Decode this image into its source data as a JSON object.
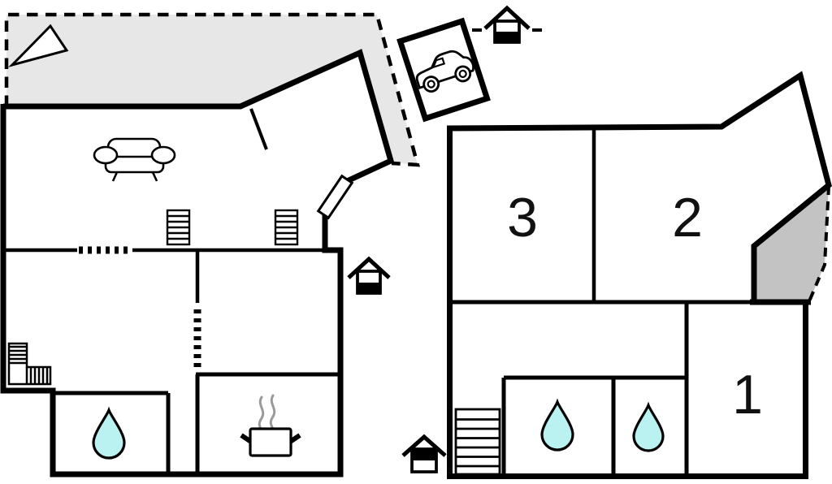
{
  "labels": {
    "bedroom_1": "1",
    "bedroom_2": "2",
    "bedroom_3": "3"
  },
  "colors": {
    "wall": "#000000",
    "terrace": "#e7e7e7",
    "balcony": "#c3c3c3",
    "water": "#b9f2f0",
    "steam": "#9a9a9a",
    "label_text": "#111111",
    "background": "#ffffff"
  },
  "icons": {
    "north_arrow": "triangle-pointer",
    "sofa": "sofa",
    "radiator": "striped-radiator",
    "stairs": "staircase",
    "entrance_door": "door-leaf",
    "water_drop": "water-drop",
    "cooking_pot": "pot-with-steam",
    "car": "car-side",
    "level_marker_ground": "house-lower-half-filled",
    "level_marker_upper": "house-upper-half-filled"
  }
}
